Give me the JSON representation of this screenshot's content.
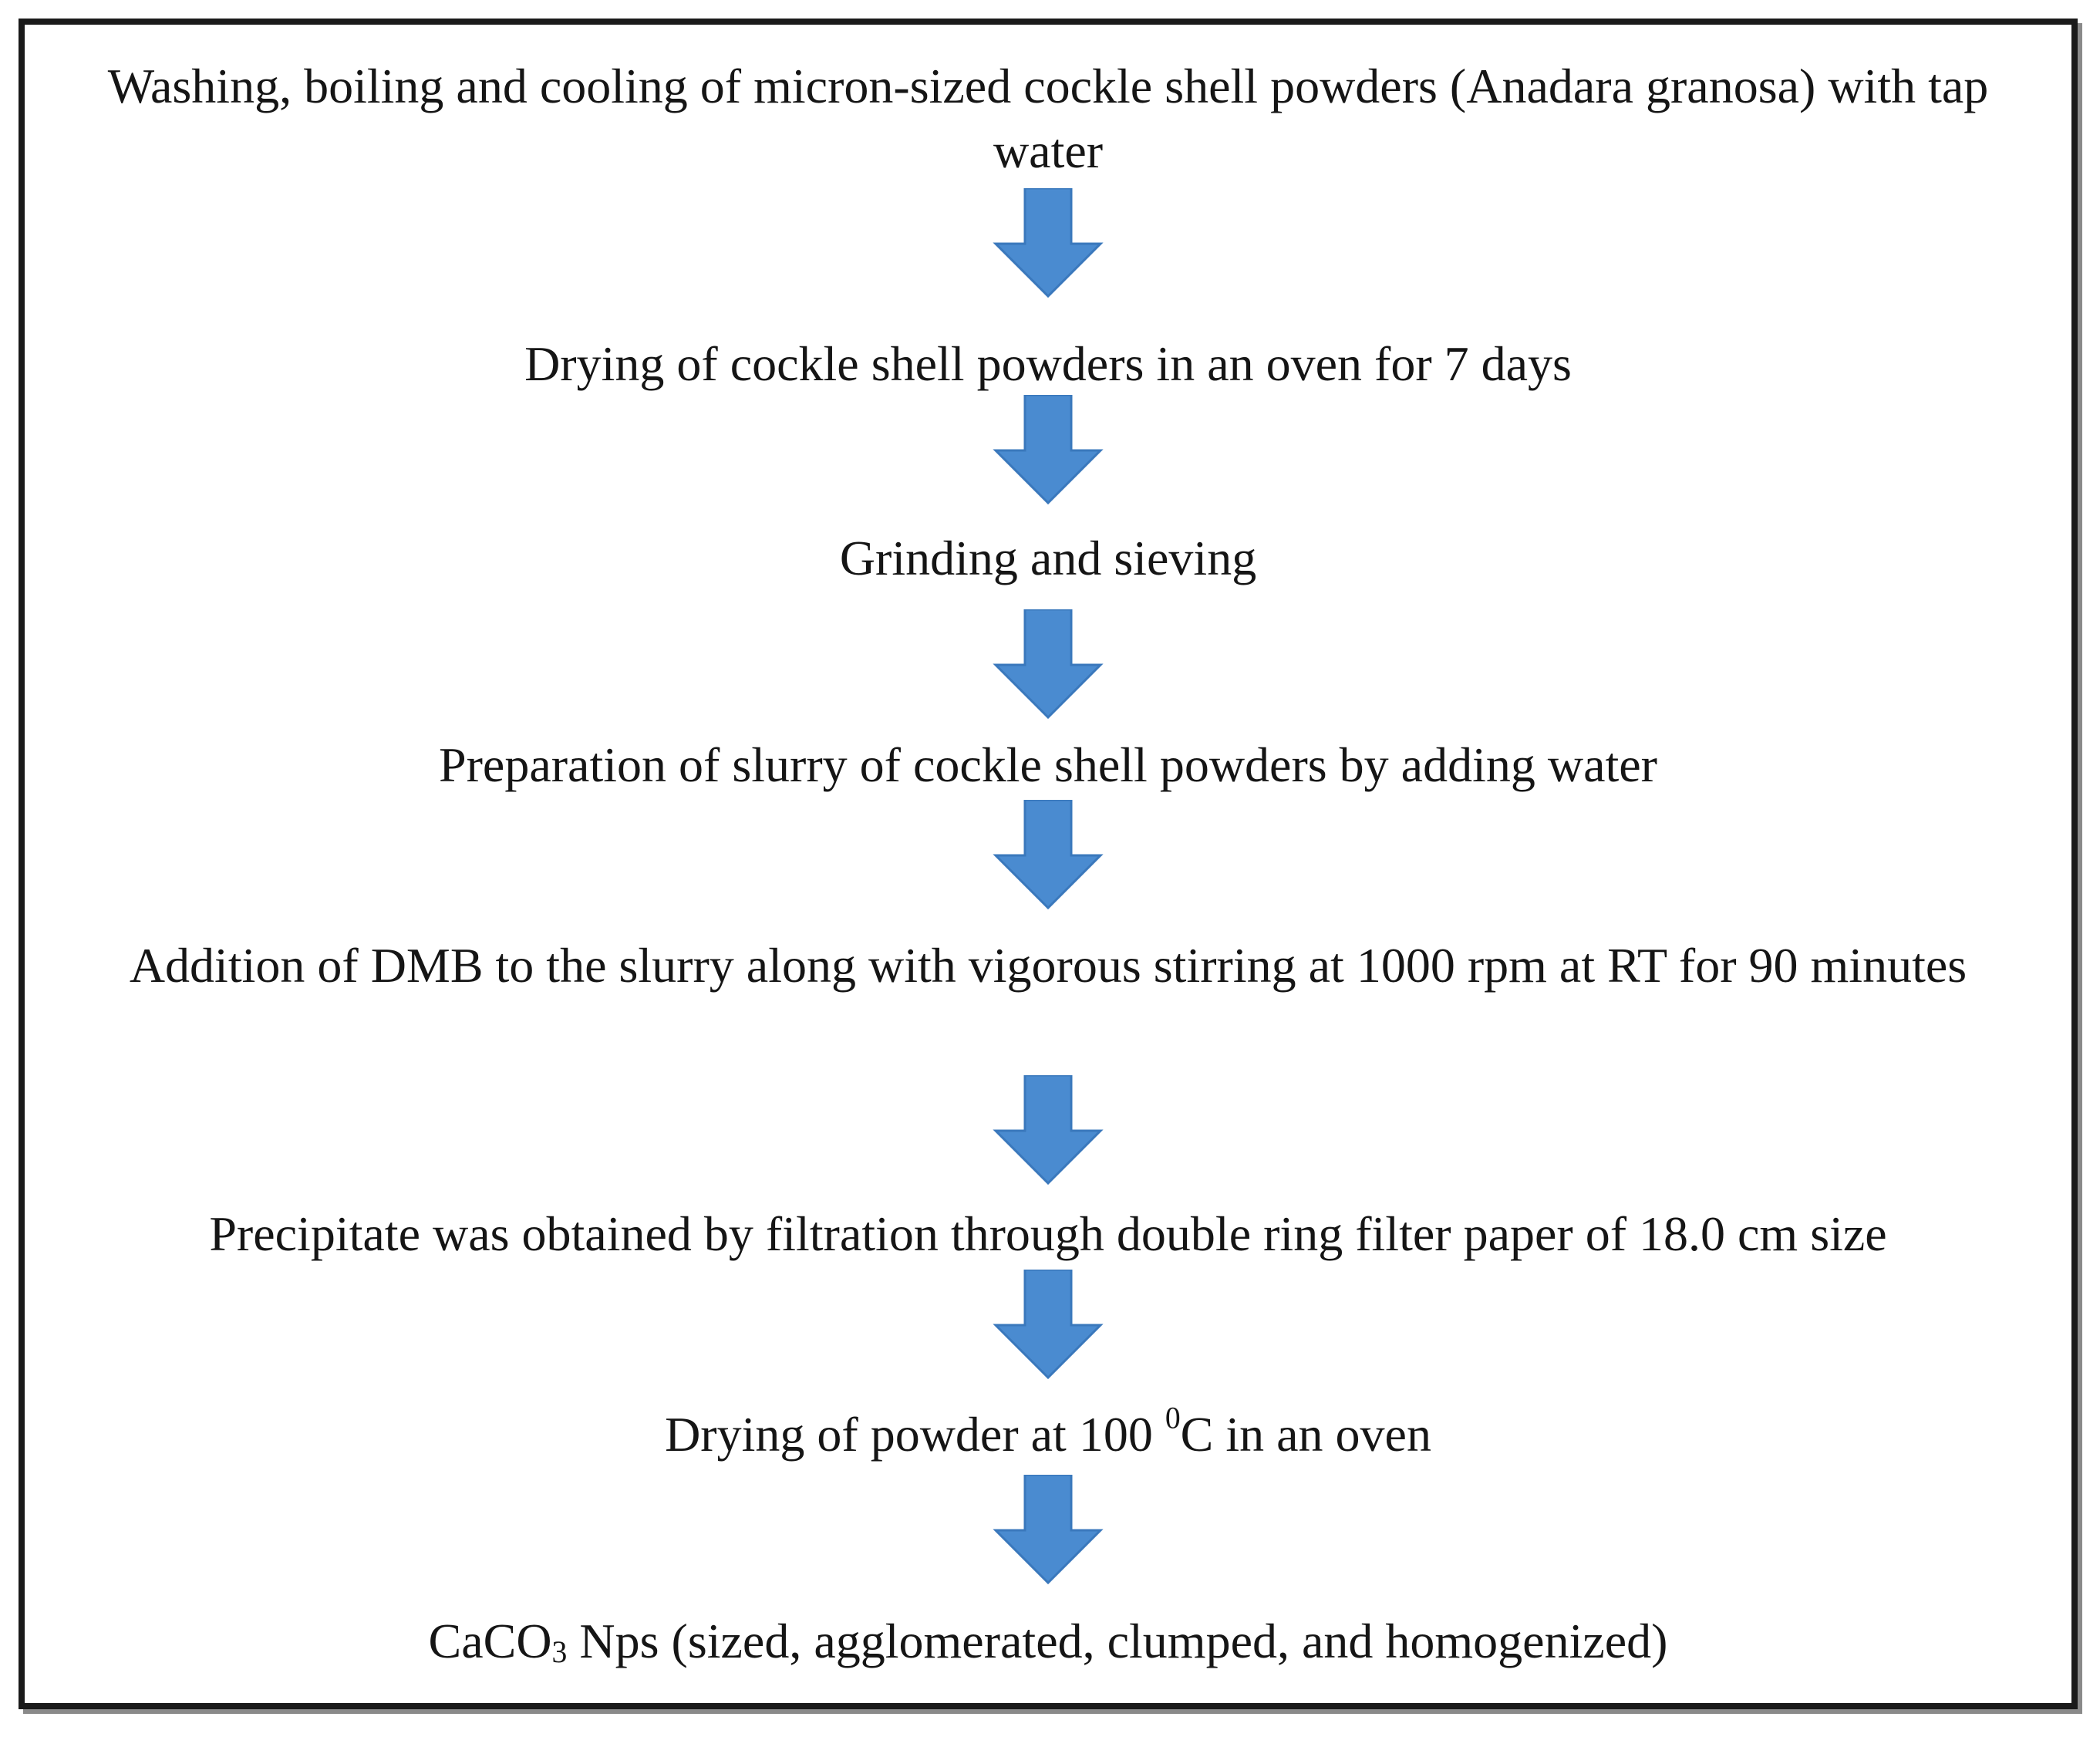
{
  "diagram": {
    "steps": [
      {
        "id": "washing",
        "text": "Washing, boiling and cooling of micron-sized cockle shell powders (Anadara granosa) with tap water"
      },
      {
        "id": "drying-7-days",
        "text": "Drying of cockle shell powders in an oven for 7 days"
      },
      {
        "id": "grinding",
        "text": "Grinding and sieving"
      },
      {
        "id": "slurry",
        "text": "Preparation of slurry of cockle shell powders by adding water"
      },
      {
        "id": "dmb-addition",
        "text": "Addition of DMB to the slurry along with vigorous stirring at 1000 rpm at RT for 90 minutes"
      },
      {
        "id": "filtration",
        "text": "Precipitate was obtained by filtration through double ring filter paper of 18.0 cm size"
      },
      {
        "id": "drying-100",
        "text_before": "Drying of powder at 100 ",
        "superscript": "0",
        "text_after": "C in an oven"
      },
      {
        "id": "caco3",
        "text_before": "CaCO",
        "subscript": "3",
        "text_after": " Nps (sized, agglomerated, clumped, and homogenized)"
      }
    ],
    "arrow_count": 7,
    "colors": {
      "arrow_fill": "#4a8bd0",
      "arrow_stroke": "#3a78bc",
      "border": "#1a1a1a",
      "text": "#151515"
    }
  }
}
